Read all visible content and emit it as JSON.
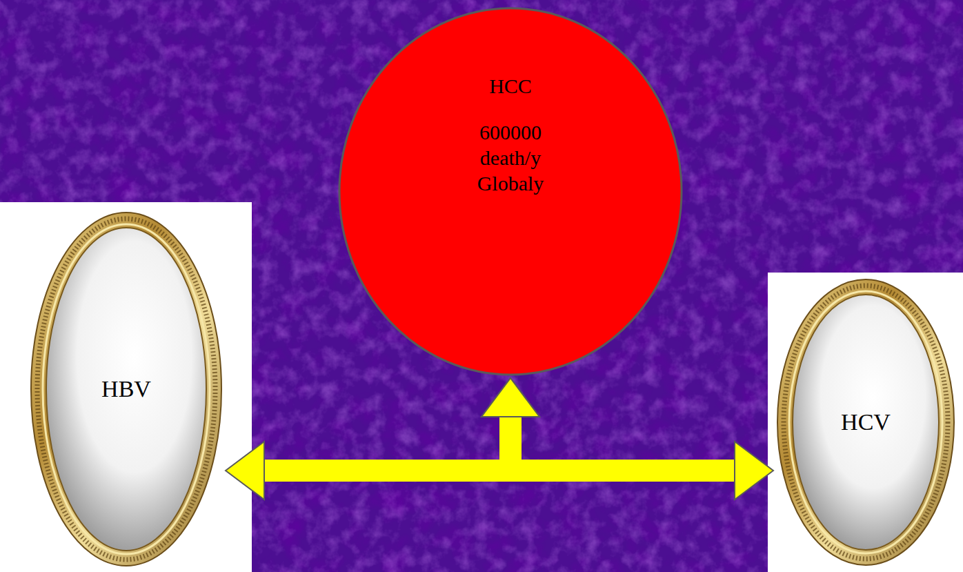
{
  "diagram": {
    "nodes": [
      {
        "text": [
          "HCC",
          "600000 death/y Globaly"
        ]
      },
      {
        "text": [
          "HBV"
        ]
      },
      {
        "text": [
          "HCV"
        ]
      }
    ],
    "edges": [
      {
        "from": 1,
        "to": 0,
        "arrow": "both"
      },
      {
        "from": 2,
        "to": 0,
        "arrow": "both"
      }
    ]
  }
}
